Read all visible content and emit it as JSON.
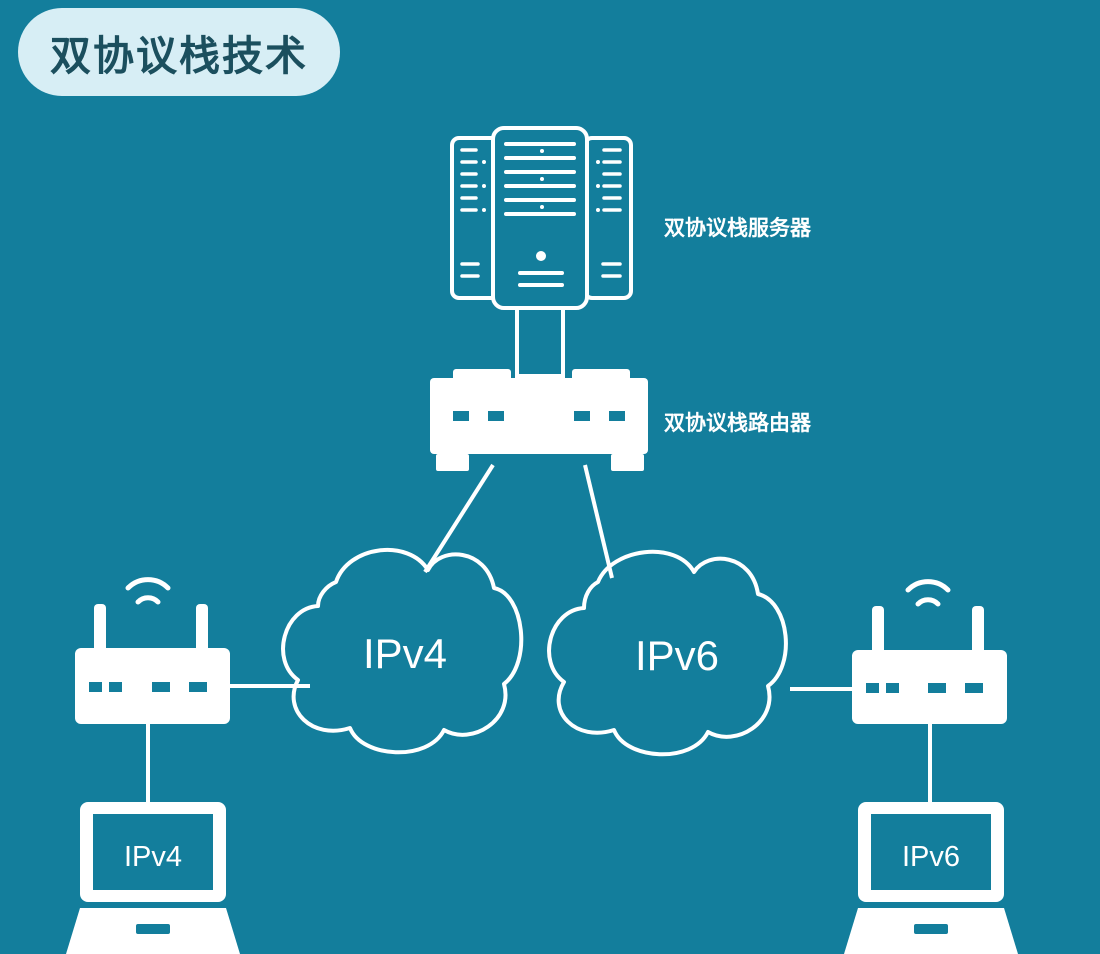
{
  "title": "双协议栈技术",
  "server": {
    "label": "双协议栈服务器"
  },
  "router": {
    "label": "双协议栈路由器"
  },
  "clouds": {
    "left": {
      "label": "IPv4"
    },
    "right": {
      "label": "IPv6"
    }
  },
  "laptops": {
    "left": {
      "label": "IPv4"
    },
    "right": {
      "label": "IPv6"
    }
  },
  "colors": {
    "background": "#137e9c",
    "foreground": "#ffffff",
    "title_pill": "#d7eef5",
    "title_text": "#1b4f5e"
  }
}
